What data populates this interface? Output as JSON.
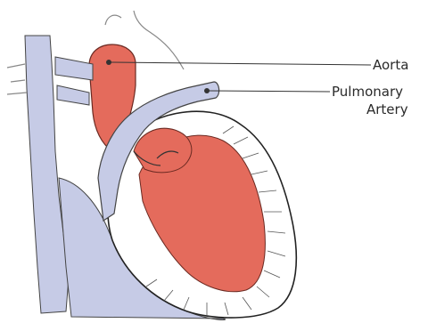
{
  "labels": {
    "aorta": "Aorta",
    "pulmonary_line1": "Pulmonary",
    "pulmonary_line2": "Artery"
  },
  "colors": {
    "oxygenated": "#e46b5c",
    "deoxygenated": "#c6cbe6",
    "outline": "#222222",
    "background": "#ffffff"
  }
}
